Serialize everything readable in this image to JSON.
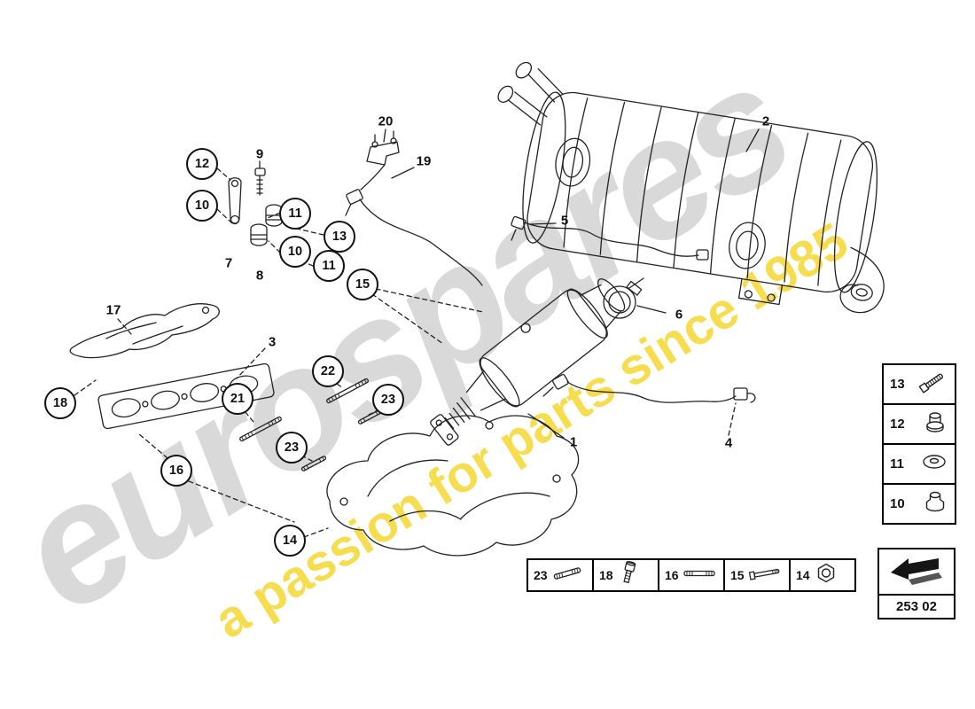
{
  "watermark": {
    "brand": "eurospares",
    "tagline": "a passion for parts since 1985"
  },
  "diagram": {
    "code_label": "253 02",
    "circled_callouts": [
      {
        "label": "12"
      },
      {
        "label": "10"
      },
      {
        "label": "11"
      },
      {
        "label": "13"
      },
      {
        "label": "10"
      },
      {
        "label": "11"
      },
      {
        "label": "15"
      },
      {
        "label": "18"
      },
      {
        "label": "16"
      },
      {
        "label": "21"
      },
      {
        "label": "22"
      },
      {
        "label": "23"
      },
      {
        "label": "23"
      },
      {
        "label": "14"
      }
    ],
    "plain_callouts": [
      {
        "label": "20"
      },
      {
        "label": "19"
      },
      {
        "label": "9"
      },
      {
        "label": "7"
      },
      {
        "label": "8"
      },
      {
        "label": "17"
      },
      {
        "label": "3"
      },
      {
        "label": "5"
      },
      {
        "label": "2"
      },
      {
        "label": "6"
      },
      {
        "label": "1"
      },
      {
        "label": "4"
      }
    ]
  },
  "right_panel": {
    "items": [
      {
        "label": "13",
        "icon": "hex-bolt-icon"
      },
      {
        "label": "12",
        "icon": "cap-nut-icon"
      },
      {
        "label": "11",
        "icon": "washer-icon"
      },
      {
        "label": "10",
        "icon": "grommet-icon"
      }
    ]
  },
  "bottom_legend": {
    "items": [
      {
        "label": "23",
        "icon": "stud-icon"
      },
      {
        "label": "18",
        "icon": "shoulder-bolt-icon"
      },
      {
        "label": "16",
        "icon": "double-stud-icon"
      },
      {
        "label": "15",
        "icon": "long-bolt-icon"
      },
      {
        "label": "14",
        "icon": "lock-nut-icon"
      }
    ]
  },
  "colors": {
    "line": "#222222",
    "watermark_yellow": "#f3d00b",
    "watermark_gray": "#6e6e6e"
  }
}
